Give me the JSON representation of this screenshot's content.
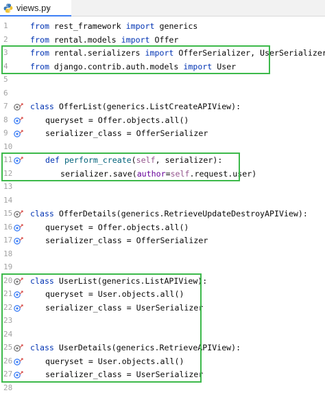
{
  "tab": {
    "title": "views.py",
    "close": "×",
    "icon": "python-file-icon"
  },
  "colors": {
    "keyword": "#0033b3",
    "function": "#00627a",
    "self": "#94558d",
    "param": "#660099",
    "highlight_box": "#3cb94a",
    "line_number": "#a3a3a3",
    "tab_accent": "#3d7ff6"
  },
  "lines": [
    {
      "n": "1",
      "indent": 0,
      "tokens": [
        [
          "from",
          "kw"
        ],
        [
          " rest_framework ",
          ""
        ],
        [
          "import",
          "kw"
        ],
        [
          " generics",
          ""
        ]
      ]
    },
    {
      "n": "2",
      "indent": 0,
      "tokens": [
        [
          "from",
          "kw"
        ],
        [
          " rental.models ",
          ""
        ],
        [
          "import",
          "kw"
        ],
        [
          " Offer",
          ""
        ]
      ]
    },
    {
      "n": "3",
      "indent": 0,
      "tokens": [
        [
          "from",
          "kw"
        ],
        [
          " rental.serializers ",
          ""
        ],
        [
          "import",
          "kw"
        ],
        [
          " OfferSerializer, UserSerializer",
          ""
        ]
      ]
    },
    {
      "n": "4",
      "indent": 0,
      "tokens": [
        [
          "from",
          "kw"
        ],
        [
          " django.contrib.auth.models ",
          ""
        ],
        [
          "import",
          "kw"
        ],
        [
          " User",
          ""
        ]
      ]
    },
    {
      "n": "5",
      "indent": 0,
      "tokens": []
    },
    {
      "n": "6",
      "indent": 0,
      "tokens": []
    },
    {
      "n": "7",
      "indent": 0,
      "icon": "class-hierarchy-icon",
      "tokens": [
        [
          "class",
          "kw"
        ],
        [
          " OfferList(generics.ListCreateAPIView):",
          ""
        ]
      ]
    },
    {
      "n": "8",
      "indent": 1,
      "icon": "override-icon",
      "tokens": [
        [
          "queryset = Offer.objects.all()",
          ""
        ]
      ]
    },
    {
      "n": "9",
      "indent": 1,
      "icon": "override-icon",
      "tokens": [
        [
          "serializer_class = OfferSerializer",
          ""
        ]
      ]
    },
    {
      "n": "10",
      "indent": 0,
      "tokens": []
    },
    {
      "n": "11",
      "indent": 1,
      "icon": "override-icon",
      "tokens": [
        [
          "def",
          "kw"
        ],
        [
          " ",
          ""
        ],
        [
          "perform_create",
          "fn"
        ],
        [
          "(",
          ""
        ],
        [
          "self",
          "slf"
        ],
        [
          ", serializer):",
          ""
        ]
      ]
    },
    {
      "n": "12",
      "indent": 2,
      "tokens": [
        [
          "serializer.save(",
          ""
        ],
        [
          "author",
          "param"
        ],
        [
          "=",
          ""
        ],
        [
          "self",
          "slf"
        ],
        [
          ".request.user)",
          ""
        ]
      ]
    },
    {
      "n": "13",
      "indent": 0,
      "tokens": []
    },
    {
      "n": "14",
      "indent": 0,
      "tokens": []
    },
    {
      "n": "15",
      "indent": 0,
      "icon": "class-hierarchy-icon",
      "tokens": [
        [
          "class",
          "kw"
        ],
        [
          " OfferDetails(generics.RetrieveUpdateDestroyAPIView):",
          ""
        ]
      ]
    },
    {
      "n": "16",
      "indent": 1,
      "icon": "override-icon",
      "tokens": [
        [
          "queryset = Offer.objects.all()",
          ""
        ]
      ]
    },
    {
      "n": "17",
      "indent": 1,
      "icon": "override-icon",
      "tokens": [
        [
          "serializer_class = OfferSerializer",
          ""
        ]
      ]
    },
    {
      "n": "18",
      "indent": 0,
      "tokens": []
    },
    {
      "n": "19",
      "indent": 0,
      "tokens": []
    },
    {
      "n": "20",
      "indent": 0,
      "icon": "class-hierarchy-icon",
      "tokens": [
        [
          "class",
          "kw"
        ],
        [
          " UserList(generics.ListAPIView):",
          ""
        ]
      ]
    },
    {
      "n": "21",
      "indent": 1,
      "icon": "override-icon",
      "tokens": [
        [
          "queryset = User.objects.all()",
          ""
        ]
      ]
    },
    {
      "n": "22",
      "indent": 1,
      "icon": "override-icon",
      "tokens": [
        [
          "serializer_class = UserSerializer",
          ""
        ]
      ]
    },
    {
      "n": "23",
      "indent": 0,
      "tokens": []
    },
    {
      "n": "24",
      "indent": 0,
      "tokens": []
    },
    {
      "n": "25",
      "indent": 0,
      "icon": "class-hierarchy-icon",
      "tokens": [
        [
          "class",
          "kw"
        ],
        [
          " UserDetails(generics.RetrieveAPIView):",
          ""
        ]
      ]
    },
    {
      "n": "26",
      "indent": 1,
      "icon": "override-icon",
      "tokens": [
        [
          "queryset = User.objects.all()",
          ""
        ]
      ]
    },
    {
      "n": "27",
      "indent": 1,
      "icon": "override-icon",
      "tokens": [
        [
          "serializer_class = UserSerializer",
          ""
        ]
      ]
    },
    {
      "n": "28",
      "indent": 0,
      "tokens": []
    }
  ],
  "highlights": [
    {
      "from_line": 3,
      "to_line": 4,
      "name": "highlight-imports"
    },
    {
      "from_line": 11,
      "to_line": 12,
      "name": "highlight-perform-create"
    },
    {
      "from_line": 20,
      "to_line": 27,
      "name": "highlight-user-views"
    }
  ]
}
